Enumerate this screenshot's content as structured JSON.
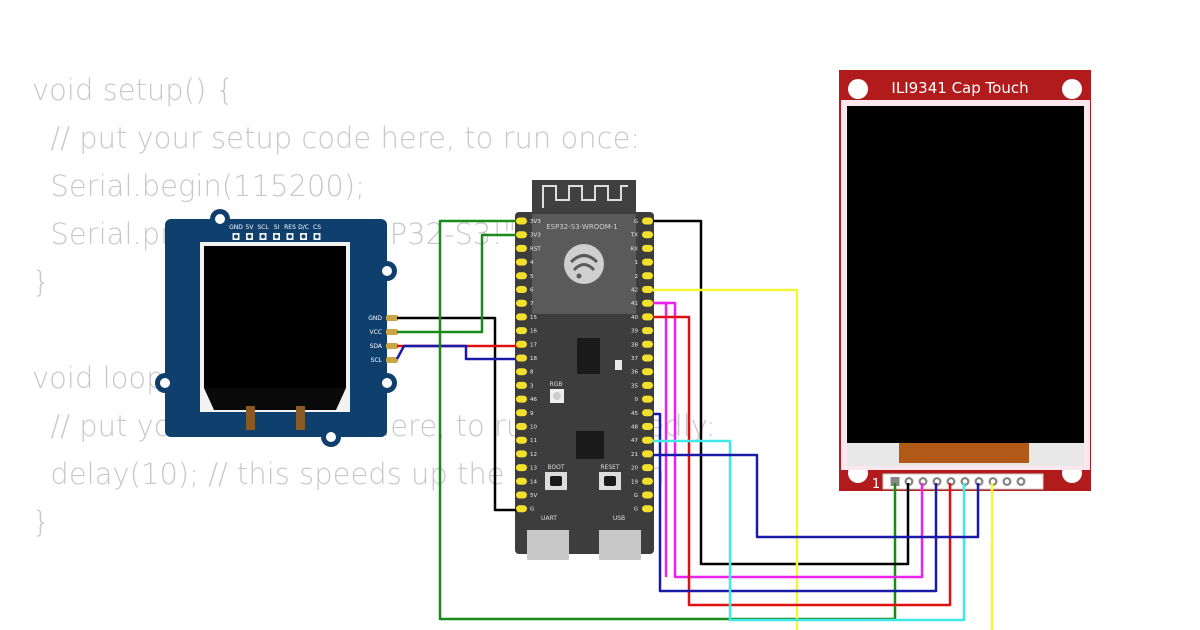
{
  "code": {
    "lines": [
      "void setup() {",
      "  // put your setup code here, to run once:",
      "  Serial.begin(115200);",
      "  Serial.println(\"Hello, ESP32-S3!\");",
      "}",
      "",
      "void loop() {",
      "  // put your main code here, to run repeatedly:",
      "  delay(10); // this speeds up the simulation",
      "}"
    ]
  },
  "oled": {
    "header_pins": [
      "GND",
      "5V",
      "SCL",
      "SI",
      "RES",
      "D/C",
      "CS"
    ],
    "side_pins": [
      "GND",
      "VCC",
      "SDA",
      "SCL"
    ]
  },
  "esp32": {
    "module_label": "ESP32-S3-WROOM-1",
    "left_pins": [
      "3V3",
      "3V3",
      "RST",
      "4",
      "5",
      "6",
      "7",
      "15",
      "16",
      "17",
      "18",
      "8",
      "3",
      "46",
      "9",
      "10",
      "11",
      "12",
      "13",
      "14",
      "5V",
      "G"
    ],
    "right_pins": [
      "G",
      "TX",
      "RX",
      "1",
      "2",
      "42",
      "41",
      "40",
      "39",
      "38",
      "37",
      "36",
      "35",
      "0",
      "45",
      "48",
      "47",
      "21",
      "20",
      "19",
      "G",
      "G"
    ],
    "rgb_label": "RGB",
    "boot_label": "BOOT",
    "reset_label": "RESET",
    "uart_label": "UART",
    "usb_label": "USB"
  },
  "tft": {
    "title": "ILI9341 Cap Touch",
    "pin_one_label": "1"
  },
  "colors": {
    "code_text": "#c8c8c8",
    "oled_board": "#0e3f6d",
    "esp_board": "#3d3d3d",
    "tft_board": "#b21b1b",
    "screen": "#000000",
    "pin_gold": "#f3e02c",
    "wire_black": "#000000",
    "wire_green": "#1a8a1a",
    "wire_red": "#e01010",
    "wire_blue": "#1a1aaa",
    "wire_yellow": "#f5f53a",
    "wire_magenta": "#ee20ee",
    "wire_cyan": "#40e8e8"
  }
}
